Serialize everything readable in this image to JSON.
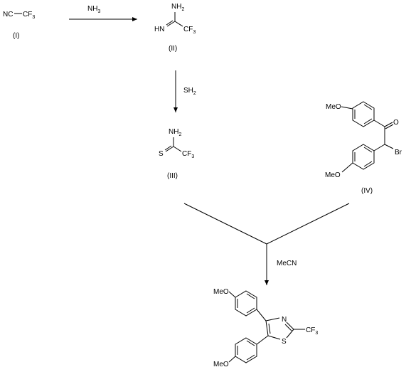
{
  "compounds": {
    "c1": {
      "label": "(I)",
      "nc": "NC",
      "cf": "CF",
      "cf_sub": "3"
    },
    "c2": {
      "label": "(II)",
      "nh": "NH",
      "nh_sub": "2",
      "hn": "HN",
      "cf": "CF",
      "cf_sub": "3"
    },
    "c3": {
      "label": "(III)",
      "nh": "NH",
      "nh_sub": "2",
      "s": "S",
      "cf": "CF",
      "cf_sub": "3"
    },
    "c4": {
      "label": "(IV)",
      "meo1": "MeO",
      "meo2": "MeO",
      "o": "O",
      "br": "Br"
    },
    "c5": {
      "meo1": "MeO",
      "meo2": "MeO",
      "n": "N",
      "s": "S",
      "cf": "CF",
      "cf_sub": "3"
    }
  },
  "reagents": {
    "step1": {
      "main": "NH",
      "sub": "3"
    },
    "step2": {
      "main": "SH",
      "sub": "2"
    },
    "step3": {
      "main": "MeCN"
    }
  },
  "colors": {
    "ink": "#000000",
    "background": "#ffffff"
  }
}
